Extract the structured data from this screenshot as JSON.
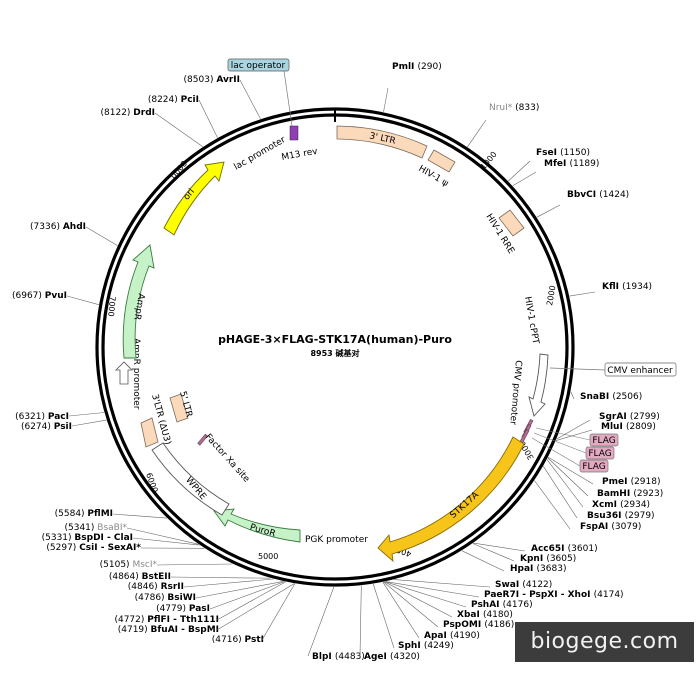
{
  "plasmid": {
    "name": "pHAGE-3×FLAG-STK17A(human)-Puro",
    "size_label": "8953 碱基对",
    "total_bp": 8953
  },
  "watermark": "biogege.com",
  "ticks": [
    "1000",
    "2000",
    "3000",
    "4000",
    "5000",
    "6000",
    "7000",
    "8000"
  ],
  "features": [
    {
      "id": "ltr3",
      "label": "3' LTR"
    },
    {
      "id": "hiv-psi",
      "label": "HIV-1 ψ"
    },
    {
      "id": "rre",
      "label": "HIV-1 RRE"
    },
    {
      "id": "cppt",
      "label": "HIV-1 cPPT"
    },
    {
      "id": "cmv-promoter",
      "label": "CMV promoter"
    },
    {
      "id": "stk17a",
      "label": "STK17A"
    },
    {
      "id": "pgk-promoter",
      "label": "PGK promoter"
    },
    {
      "id": "puror",
      "label": "PuroR"
    },
    {
      "id": "wpre",
      "label": "WPRE"
    },
    {
      "id": "factor-xa",
      "label": "Factor Xa site"
    },
    {
      "id": "ltr3-u3",
      "label": "3'LTR (ΔU3)"
    },
    {
      "id": "ltr5",
      "label": "5' LTR"
    },
    {
      "id": "ampr-promoter",
      "label": "AmpR promoter"
    },
    {
      "id": "ampr",
      "label": "AmpR"
    },
    {
      "id": "ori",
      "label": "ori"
    },
    {
      "id": "lac-promoter",
      "label": "lac promoter"
    },
    {
      "id": "m13rev",
      "label": "M13 rev"
    }
  ],
  "boxed_labels": [
    {
      "id": "lac-operator",
      "label": "lac operator"
    },
    {
      "id": "cmv-enhancer",
      "label": "CMV enhancer"
    },
    {
      "id": "flag1",
      "label": "FLAG"
    },
    {
      "id": "flag2",
      "label": "FLAG"
    },
    {
      "id": "flag3",
      "label": "FLAG"
    }
  ],
  "sites": [
    {
      "name": "PmlI",
      "pos": "(290)",
      "style": "normal"
    },
    {
      "name": "NruI*",
      "pos": "(833)",
      "style": "grey"
    },
    {
      "name": "FseI",
      "pos": "(1150)",
      "style": "normal"
    },
    {
      "name": "MfeI",
      "pos": "(1189)",
      "style": "normal"
    },
    {
      "name": "BbvCI",
      "pos": "(1424)",
      "style": "normal"
    },
    {
      "name": "KflI",
      "pos": "(1934)",
      "style": "normal"
    },
    {
      "name": "SnaBI",
      "pos": "(2506)",
      "style": "normal"
    },
    {
      "name": "SgrAI",
      "pos": "(2799)",
      "style": "normal"
    },
    {
      "name": "MluI",
      "pos": "(2809)",
      "style": "normal"
    },
    {
      "name": "PmeI",
      "pos": "(2918)",
      "style": "normal"
    },
    {
      "name": "BamHI",
      "pos": "(2923)",
      "style": "normal"
    },
    {
      "name": "XcmI",
      "pos": "(2934)",
      "style": "normal"
    },
    {
      "name": "Bsu36I",
      "pos": "(2979)",
      "style": "normal"
    },
    {
      "name": "FspAI",
      "pos": "(3079)",
      "style": "normal"
    },
    {
      "name": "Acc65I",
      "pos": "(3601)",
      "style": "normal"
    },
    {
      "name": "KpnI",
      "pos": "(3605)",
      "style": "normal"
    },
    {
      "name": "HpaI",
      "pos": "(3683)",
      "style": "normal"
    },
    {
      "name": "SwaI",
      "pos": "(4122)",
      "style": "normal"
    },
    {
      "name": "PaeR7I - PspXI - XhoI",
      "pos": "(4174)",
      "style": "normal"
    },
    {
      "name": "PshAI",
      "pos": "(4176)",
      "style": "normal"
    },
    {
      "name": "XbaI",
      "pos": "(4180)",
      "style": "normal"
    },
    {
      "name": "PspOMI",
      "pos": "(4186)",
      "style": "normal"
    },
    {
      "name": "ApaI",
      "pos": "(4190)",
      "style": "normal"
    },
    {
      "name": "SphI",
      "pos": "(4249)",
      "style": "normal"
    },
    {
      "name": "AgeI",
      "pos": "(4320)",
      "style": "normal"
    },
    {
      "name": "BlpI",
      "pos": "(4483)",
      "style": "normal"
    },
    {
      "name": "PstI",
      "pos": "(4716)",
      "style": "normal"
    },
    {
      "name": "BfuAI - BspMI",
      "pos": "(4719)",
      "style": "normal"
    },
    {
      "name": "PflFI - Tth111I",
      "pos": "(4772)",
      "style": "normal"
    },
    {
      "name": "PasI",
      "pos": "(4779)",
      "style": "normal"
    },
    {
      "name": "BsiWI",
      "pos": "(4786)",
      "style": "normal"
    },
    {
      "name": "RsrII",
      "pos": "(4846)",
      "style": "normal"
    },
    {
      "name": "BstEII",
      "pos": "(4864)",
      "style": "normal"
    },
    {
      "name": "MscI*",
      "pos": "(5105)",
      "style": "grey"
    },
    {
      "name": "CsiI - SexAI*",
      "pos": "(5297)",
      "style": "mixed"
    },
    {
      "name": "BspDI - ClaI",
      "pos": "(5331)",
      "style": "normal"
    },
    {
      "name": "BsaBI*",
      "pos": "(5341)",
      "style": "grey"
    },
    {
      "name": "PflMI",
      "pos": "(5584)",
      "style": "normal"
    },
    {
      "name": "PsiI",
      "pos": "(6274)",
      "style": "normal"
    },
    {
      "name": "PacI",
      "pos": "(6321)",
      "style": "normal"
    },
    {
      "name": "PvuI",
      "pos": "(6967)",
      "style": "normal"
    },
    {
      "name": "AhdI",
      "pos": "(7336)",
      "style": "normal"
    },
    {
      "name": "DrdI",
      "pos": "(8122)",
      "style": "normal"
    },
    {
      "name": "PciI",
      "pos": "(8224)",
      "style": "normal"
    },
    {
      "name": "AvrII",
      "pos": "(8503)",
      "style": "normal"
    }
  ]
}
